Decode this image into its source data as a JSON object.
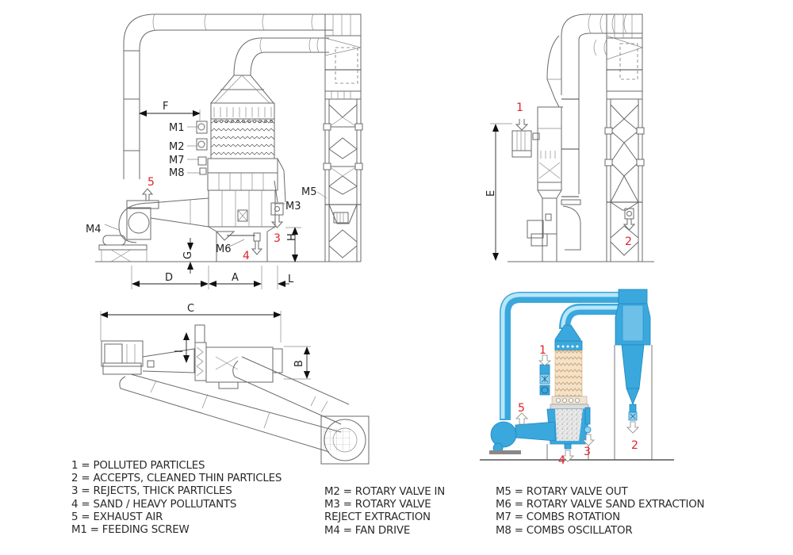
{
  "diagram": {
    "title": "Air classifier / destoner plant - dimensional drawings",
    "views": {
      "side_view": {
        "motor_labels": [
          "M1",
          "M2",
          "M7",
          "M8",
          "M5",
          "M3",
          "M4",
          "M6"
        ],
        "stream_labels": [
          "5",
          "3",
          "4"
        ],
        "dimension_labels": [
          "F",
          "G",
          "H",
          "D",
          "A",
          "L"
        ]
      },
      "front_view": {
        "stream_labels": [
          "1",
          "2"
        ],
        "dimension_labels": [
          "E"
        ]
      },
      "top_view": {
        "dimension_labels": [
          "C",
          "I",
          "B"
        ]
      },
      "color_view": {
        "stream_labels": [
          "1",
          "2",
          "3",
          "4",
          "5"
        ],
        "colors": {
          "equipment": "#3aa8dd",
          "equipment_light": "#8fd3f2",
          "material": "#e8cfae",
          "stream_marker": "#e0202a"
        }
      }
    },
    "labels": {
      "M1": "M1",
      "M2": "M2",
      "M3": "M3",
      "M4": "M4",
      "M5": "M5",
      "M6": "M6",
      "M7": "M7",
      "M8": "M8",
      "s1": "1",
      "s2": "2",
      "s3": "3",
      "s4": "4",
      "s5": "5",
      "A": "A",
      "B": "B",
      "C": "C",
      "D": "D",
      "E": "E",
      "F": "F",
      "G": "G",
      "H": "H",
      "I": "I",
      "L": "L"
    }
  },
  "legend": {
    "column1": [
      "1 = POLLUTED PARTICLES",
      "2 = ACCEPTS, CLEANED THIN PARTICLES",
      "3 = REJECTS, THICK PARTICLES",
      "4 = SAND / HEAVY POLLUTANTS",
      "5 = EXHAUST AIR",
      "M1 = FEEDING SCREW"
    ],
    "column2": [
      "M2 = ROTARY VALVE IN",
      "M3 = ROTARY VALVE",
      "REJECT EXTRACTION",
      "M4 = FAN DRIVE"
    ],
    "column3": [
      "M5 = ROTARY VALVE OUT",
      "M6 = ROTARY VALVE SAND EXTRACTION",
      "M7 = COMBS ROTATION",
      "M8 = COMBS OSCILLATOR"
    ]
  }
}
